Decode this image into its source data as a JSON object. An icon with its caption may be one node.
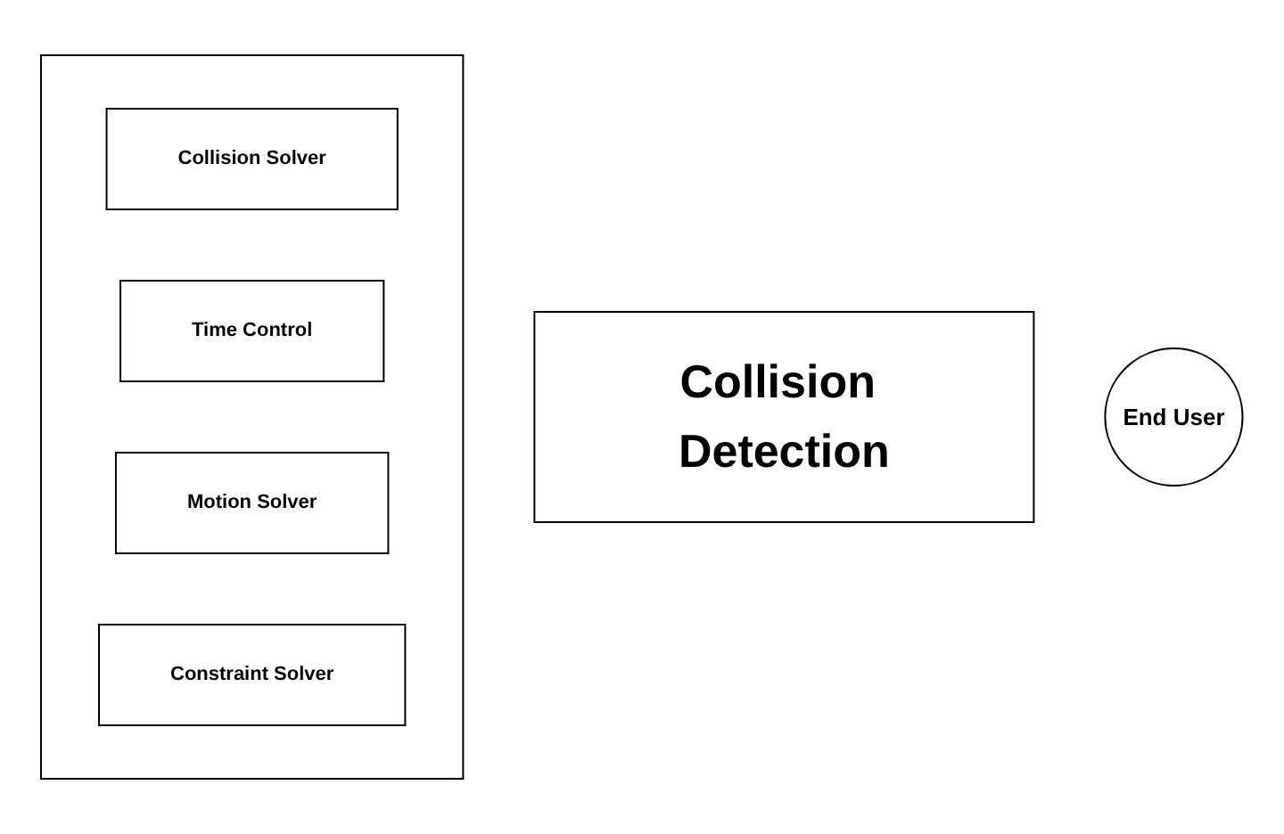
{
  "diagram": {
    "nodes": [
      {
        "text": [
          "Collision Detection"
        ]
      },
      {
        "text": [],
        "shape": "box"
      },
      {
        "text": [
          "Collision Solver"
        ],
        "in": 1
      },
      {
        "text": [
          "Time Control"
        ],
        "in": 1
      },
      {
        "text": [
          "Motion Solver"
        ],
        "in": 1
      },
      {
        "text": [
          "Constraint Solver"
        ],
        "in": 1
      },
      {
        "text": [
          "End User"
        ]
      }
    ]
  }
}
